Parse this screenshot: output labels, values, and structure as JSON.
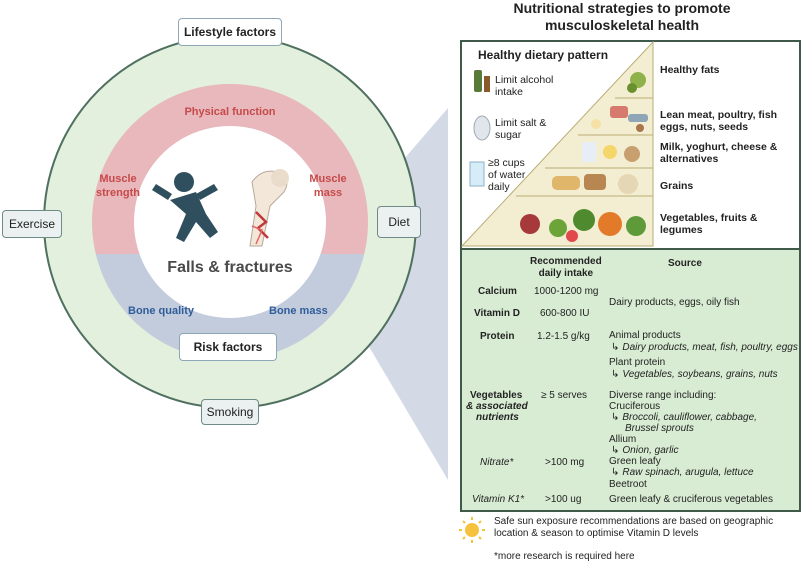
{
  "circle": {
    "outer_labels": {
      "lifestyle": "Lifestyle factors",
      "exercise": "Exercise",
      "diet": "Diet",
      "smoking": "Smoking"
    },
    "physical_function": "Physical function",
    "muscle_strength": "Muscle\nstrength",
    "muscle_mass": "Muscle\nmass",
    "bone_quality": "Bone quality",
    "bone_mass": "Bone mass",
    "risk_factors": "Risk factors",
    "center_title": "Falls & fractures"
  },
  "panel": {
    "title": "Nutritional strategies to promote\nmusculoskeletal health",
    "pyramid_title": "Healthy dietary pattern",
    "left_tips": [
      "Limit alcohol\nintake",
      "Limit salt &\nsugar",
      "≥8 cups\nof water\ndaily"
    ],
    "tiers": [
      "Healthy fats",
      "Lean meat, poultry, fish\neggs, nuts, seeds",
      "Milk, yoghurt, cheese &\nalternatives",
      "Grains",
      "Vegetables, fruits &\nlegumes"
    ]
  },
  "table": {
    "header_intake": "Recommended\ndaily intake",
    "header_source": "Source",
    "calcium": {
      "name": "Calcium",
      "intake": "1000-1200 mg"
    },
    "vitamin_d": {
      "name": "Vitamin D",
      "intake": "600-800 IU"
    },
    "calcium_vitd_source": "Dairy products, eggs, oily fish",
    "protein": {
      "name": "Protein",
      "intake": "1.2-1.5 g/kg",
      "src1": "Animal products",
      "src1_detail": "Dairy products, meat, fish, poultry, eggs",
      "src2": "Plant protein",
      "src2_detail": "Vegetables, soybeans, grains, nuts"
    },
    "vegetables": {
      "name1": "Vegetables",
      "name2": "& associated",
      "name3": "nutrients",
      "intake": "≥ 5 serves",
      "src_intro": "Diverse range including:",
      "cruciferous": "Cruciferous",
      "cruciferous_detail1": "Broccoli, cauliflower, cabbage,",
      "cruciferous_detail2": "Brussel sprouts",
      "allium": "Allium",
      "allium_detail": "Onion, garlic"
    },
    "nitrate": {
      "name": "Nitrate*",
      "intake": ">100 mg",
      "src1": "Green leafy",
      "src1_detail": "Raw spinach, arugula, lettuce",
      "src2": "Beetroot"
    },
    "vitamin_k1": {
      "name": "Vitamin K1*",
      "intake": ">100 ug",
      "src": "Green leafy & cruciferous vegetables"
    }
  },
  "footer": {
    "sun_note": "Safe sun exposure recommendations are based on geographic\nlocation & season to optimise Vitamin D levels",
    "research_note": "*more research is required here"
  },
  "colors": {
    "outer_ring": "#e2f0dd",
    "ring_border": "#4f6f5f",
    "red_ring": "#e8b8bd",
    "blue_ring": "#c3ccdd",
    "panel_border": "#3f5a4a",
    "table_bg": "#d8ecd3",
    "pyramid_fill": "#f3eed2",
    "funnel": "#d3dae6"
  }
}
